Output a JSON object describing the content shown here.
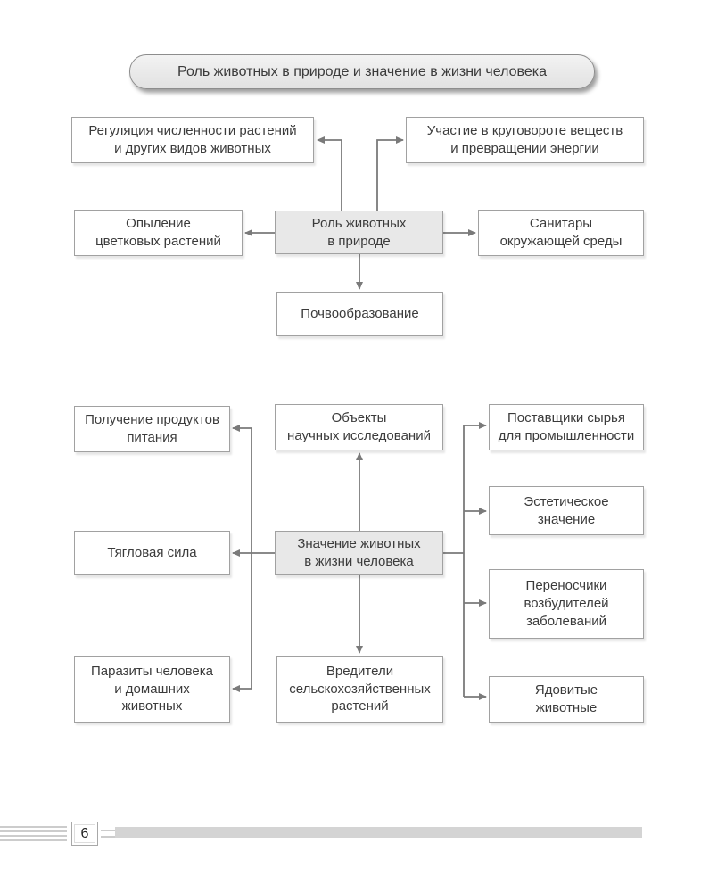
{
  "title": "Роль животных в природе и значение в жизни человека",
  "diagram_nature": {
    "center": "Роль животных\nв природе",
    "regulation": "Регуляция численности растений\nи других видов животных",
    "cycle": "Участие в круговороте веществ\nи превращении энергии",
    "pollination": "Опыление\nцветковых растений",
    "sanitary": "Санитары\nокружающей среды",
    "soil": "Почвообразование"
  },
  "diagram_human": {
    "center": "Значение животных\nв жизни человека",
    "food": "Получение продуктов\nпитания",
    "research": "Объекты\nнаучных исследований",
    "raw_materials": "Поставщики сырья\nдля промышленности",
    "draft_power": "Тягловая сила",
    "aesthetic": "Эстетическое\nзначение",
    "disease_vectors": "Переносчики\nвозбудителей\nзаболеваний",
    "parasites": "Паразиты человека\nи домашних\nживотных",
    "crop_pests": "Вредители\nсельскохозяйственных\nрастений",
    "venomous": "Ядовитые\nживотные"
  },
  "footer": {
    "page_number": "6"
  },
  "colors": {
    "box_border": "#a1a1a1",
    "center_box_fill": "#e8e8e8",
    "arrow": "#7a7a7a",
    "text": "#3b3b3b",
    "footer_bar": "#d4d4d4"
  }
}
